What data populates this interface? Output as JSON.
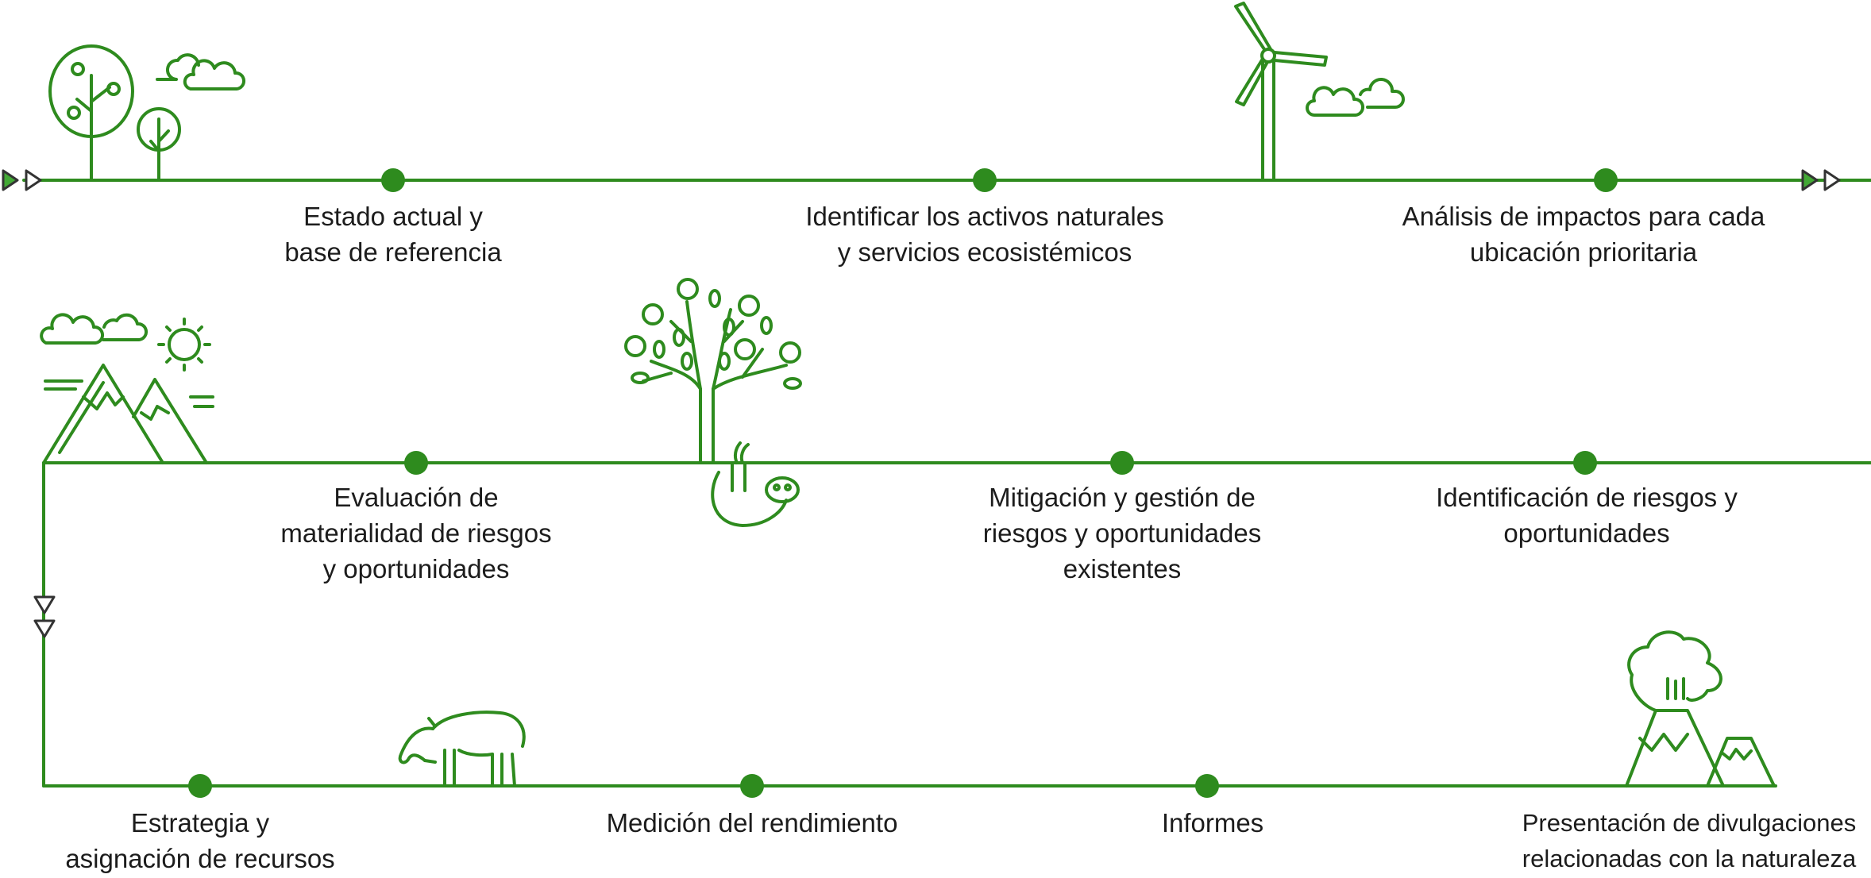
{
  "colors": {
    "accent": "#2e8b1e",
    "arrow_fill": "#43a935",
    "arrow_outline": "#333333",
    "text": "#1c1c1c"
  },
  "steps": [
    {
      "lines": [
        "Estado actual y",
        "base de referencia"
      ]
    },
    {
      "lines": [
        "Identificar los activos naturales",
        "y servicios ecosistémicos"
      ]
    },
    {
      "lines": [
        "Análisis de impactos para cada",
        "ubicación prioritaria"
      ]
    },
    {
      "lines": [
        "Identificación de riesgos y",
        "oportunidades"
      ]
    },
    {
      "lines": [
        "Mitigación y gestión de",
        "riesgos y oportunidades",
        "existentes"
      ]
    },
    {
      "lines": [
        "Evaluación de",
        "materialidad de riesgos",
        "y oportunidades"
      ]
    },
    {
      "lines": [
        "Estrategia y",
        "asignación de recursos"
      ]
    },
    {
      "lines": [
        "Medición del rendimiento"
      ]
    },
    {
      "lines": [
        "Informes"
      ]
    },
    {
      "lines": [
        "Presentación de divulgaciones",
        "relacionadas con la naturaleza"
      ]
    }
  ],
  "icons": [
    "trees-icon",
    "cloud-icon",
    "wind-turbine-icon",
    "mountains-sun-icon",
    "tree-icon",
    "sloth-icon",
    "tapir-icon",
    "volcano-icon"
  ]
}
